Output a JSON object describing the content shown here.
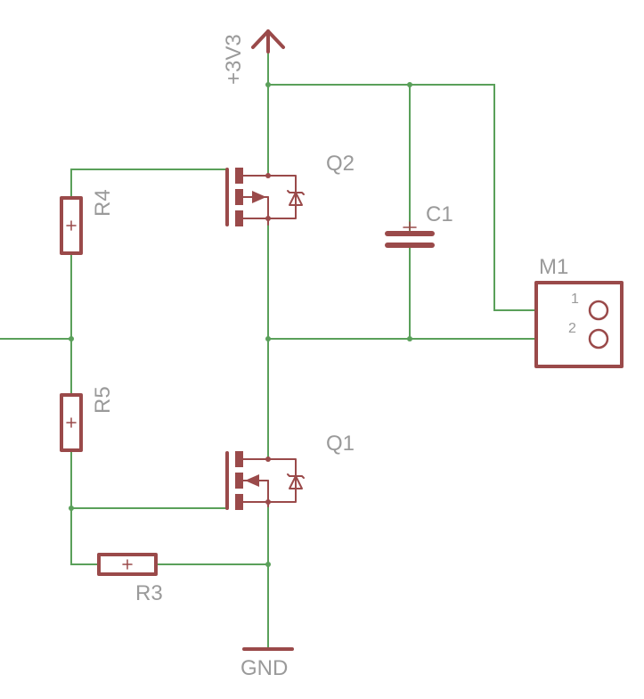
{
  "supply_label": "+3V3",
  "ground_label": "GND",
  "components": {
    "q2": "Q2",
    "q1": "Q1",
    "c1": "C1",
    "r4": "R4",
    "r5": "R5",
    "r3": "R3",
    "m1": "M1"
  },
  "connector_pins": [
    "1",
    "2"
  ],
  "colors": {
    "wire": "#5aa05a",
    "symbol": "#9a4a4a",
    "label": "#9a9a9a"
  }
}
